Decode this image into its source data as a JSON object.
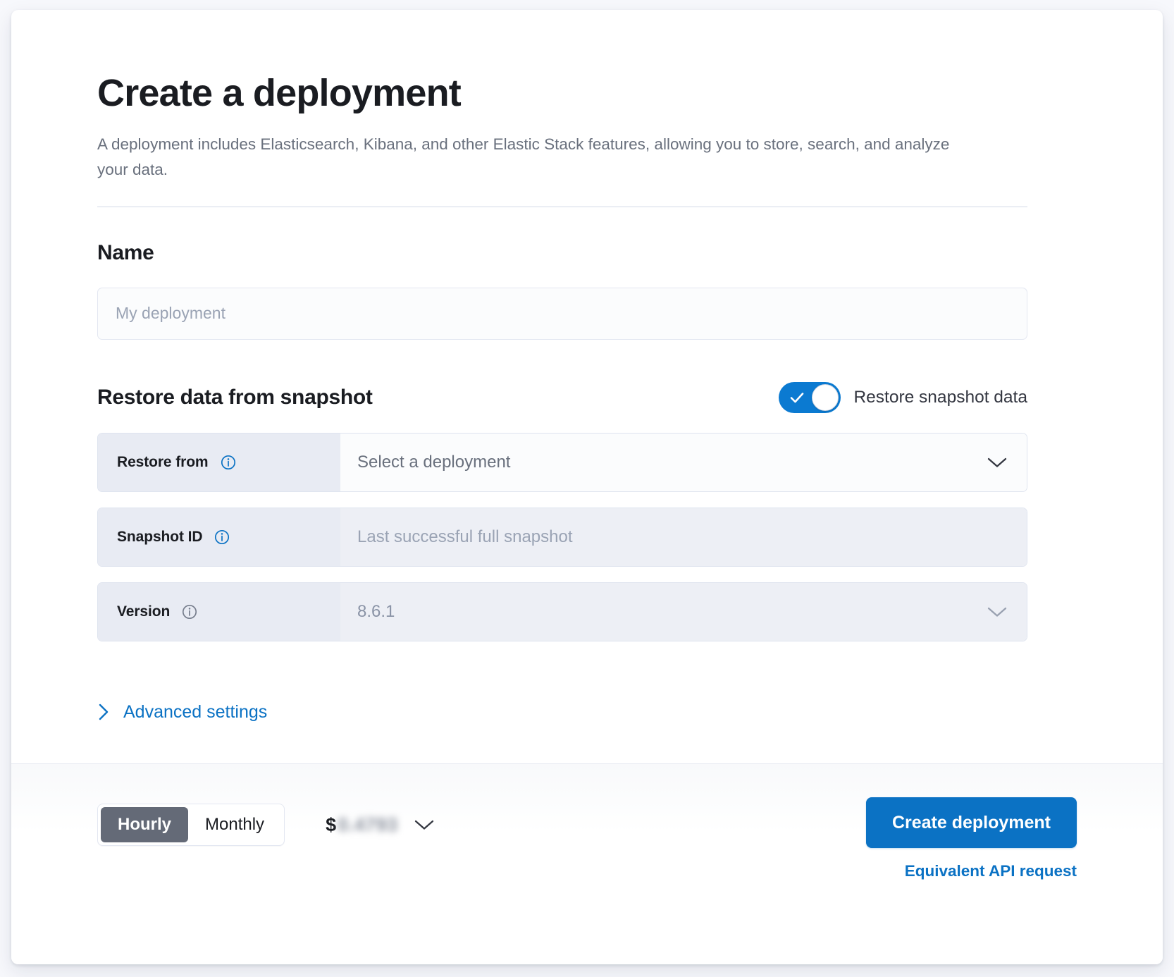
{
  "page": {
    "title": "Create a deployment",
    "subtitle": "A deployment includes Elasticsearch, Kibana, and other Elastic Stack features, allowing you to store, search, and analyze your data."
  },
  "name_section": {
    "heading": "Name",
    "input_value": "",
    "input_placeholder": "My deployment"
  },
  "restore_section": {
    "heading": "Restore data from snapshot",
    "toggle": {
      "label": "Restore snapshot data",
      "enabled": true,
      "on_color": "#0b7ad1"
    },
    "rows": [
      {
        "label": "Restore from",
        "info_icon": "info-circle-icon",
        "info_icon_color": "#0b72c4",
        "value": "Select a deployment",
        "control": "dropdown",
        "disabled": false
      },
      {
        "label": "Snapshot ID",
        "info_icon": "info-circle-icon",
        "info_icon_color": "#0b72c4",
        "value": "Last successful full snapshot",
        "control": "text",
        "disabled": true
      },
      {
        "label": "Version",
        "info_icon": "info-circle-icon",
        "info_icon_color": "#8a93a6",
        "value": "8.6.1",
        "control": "dropdown",
        "disabled": true
      }
    ]
  },
  "advanced": {
    "label": "Advanced settings",
    "icon": "chevron-right-icon",
    "link_color": "#0b72c4"
  },
  "footer": {
    "billing_options": [
      "Hourly",
      "Monthly"
    ],
    "billing_selected": "Hourly",
    "price_currency": "$",
    "price_amount": "0.4793",
    "price_chevron": "chevron-down-icon",
    "create_button": "Create deployment",
    "api_link": "Equivalent API request",
    "accent_color": "#0b72c4"
  }
}
